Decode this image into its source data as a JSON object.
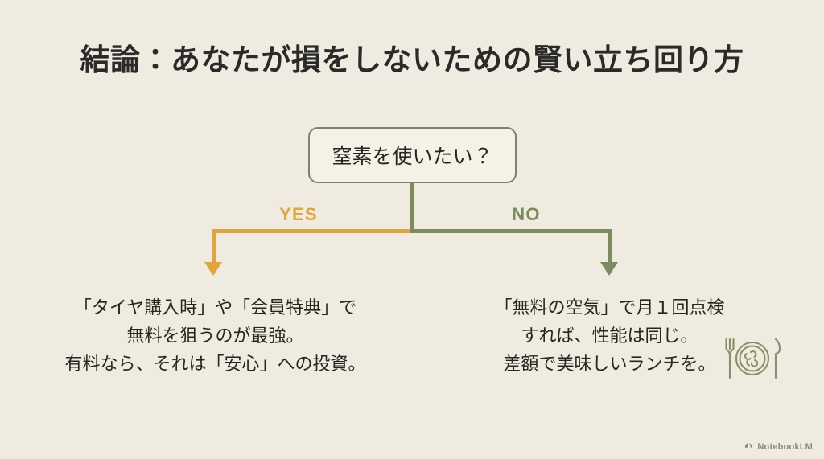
{
  "slide": {
    "background_color": "#EFEBE0",
    "title": "結論：あなたが損をしないための賢い立ち回り方"
  },
  "decision": {
    "question": "窒素を使いたい？",
    "border_color": "#7C8468",
    "fill_color": "#F4F1E7"
  },
  "branches": {
    "yes": {
      "label": "YES",
      "color": "#E0A63C",
      "outcome_lines": [
        "「タイヤ購入時」や「会員特典」で",
        "無料を狙うのが最強。",
        "有料なら、それは「安心」への投資。"
      ]
    },
    "no": {
      "label": "NO",
      "color": "#7C8C5C",
      "outcome_lines": [
        "「無料の空気」で月１回点検",
        "すれば、性能は同じ。",
        "差額で美味しいランチを。"
      ],
      "icon": "meal-plate-fork-knife-icon"
    }
  },
  "watermark": {
    "label": "NotebookLM",
    "icon": "notebooklm-logo-icon"
  }
}
